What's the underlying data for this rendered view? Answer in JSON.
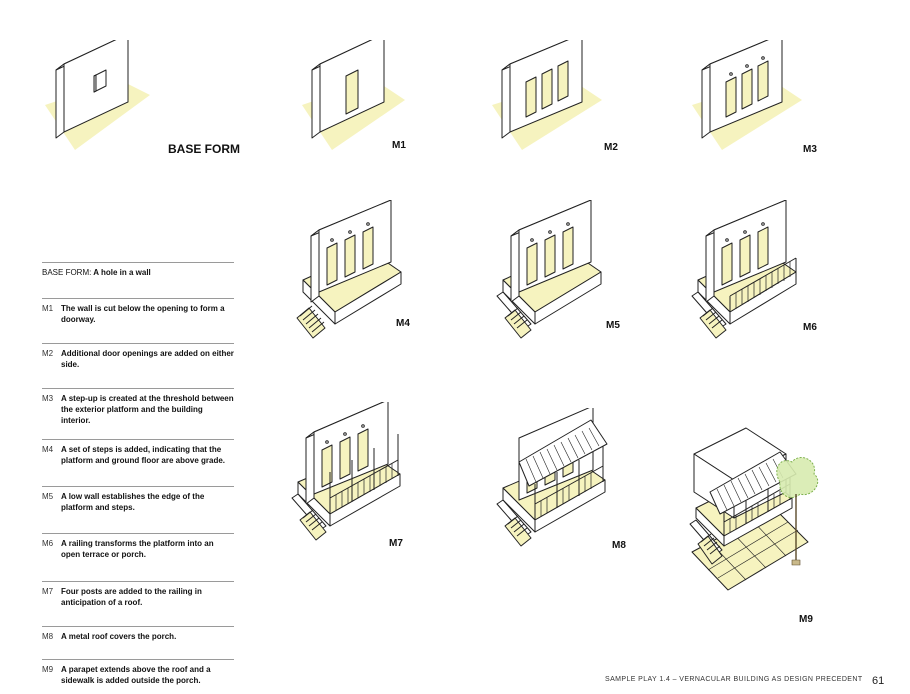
{
  "figures": [
    {
      "id": "base",
      "label": "BASE FORM"
    },
    {
      "id": "m1",
      "label": "M1"
    },
    {
      "id": "m2",
      "label": "M2"
    },
    {
      "id": "m3",
      "label": "M3"
    },
    {
      "id": "m4",
      "label": "M4"
    },
    {
      "id": "m5",
      "label": "M5"
    },
    {
      "id": "m6",
      "label": "M6"
    },
    {
      "id": "m7",
      "label": "M7"
    },
    {
      "id": "m8",
      "label": "M8"
    },
    {
      "id": "m9",
      "label": "M9"
    }
  ],
  "legend": {
    "base": {
      "code": "BASE FORM:",
      "text": "A hole in a wall"
    },
    "items": [
      {
        "code": "M1",
        "text": "The wall is cut below the opening to form a doorway."
      },
      {
        "code": "M2",
        "text": "Additional door openings are added on either side."
      },
      {
        "code": "M3",
        "text": "A step-up is created at the threshold between the exterior platform and the building interior."
      },
      {
        "code": "M4",
        "text": "A set of steps is added, indicating that the platform and ground floor are above grade."
      },
      {
        "code": "M5",
        "text": "A low wall establishes the edge of the platform and steps."
      },
      {
        "code": "M6",
        "text": "A railing transforms the platform into an open terrace or porch."
      },
      {
        "code": "M7",
        "text": "Four posts are added to the railing in anticipation of a roof."
      },
      {
        "code": "M8",
        "text": "A metal roof covers the porch."
      },
      {
        "code": "M9",
        "text": "A parapet extends above the roof and a sidewalk is added outside the porch."
      }
    ]
  },
  "footer": {
    "caption": "SAMPLE PLAY 1.4 – VERNACULAR BUILDING AS DESIGN PRECEDENT",
    "page": "61"
  },
  "colors": {
    "ground": "#f6f3bf",
    "line": "#222222",
    "tree": "#d8ecb0",
    "tree_line": "#6fa83a"
  }
}
